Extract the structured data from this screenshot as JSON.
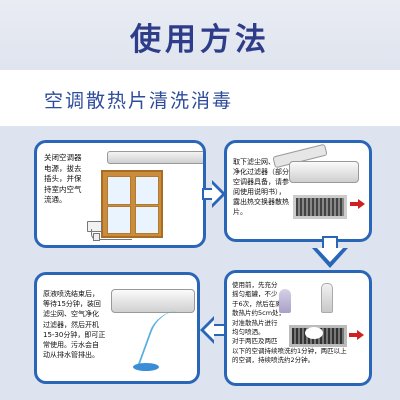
{
  "title": "使用方法",
  "subtitle": "空调散热片清洗消毒",
  "steps": [
    {
      "text": "关闭空调器\n电源，拔去\n插头，并保\n持室内空气\n流通。"
    },
    {
      "text": "取下滤尘网、空气\n净化过滤器（部分\n空调器具备，请参\n阅使用说明书），\n露出热交换器散热\n片。"
    },
    {
      "text": "使用前，先充分\n摇匀瓶罐，不少\n于6次，然后在离\n散热片约5cm处，\n对准散热片进行\n均匀喷洒。\n对于两匹及两匹\n以下的空调持续喷洗约1分钟，两匹以上\n的空调，持续喷洗约2分钟。"
    },
    {
      "text": "原液喷洗结束后，\n等待15分钟，装回\n滤尘网、空气净化\n过滤器，然后开机\n15-30分钟，即可正\n常使用。污水会自\n动从排水管排出。"
    }
  ],
  "colors": {
    "accent": "#2a66b8",
    "title": "#2e3d8a",
    "arrow": "#d02020"
  }
}
